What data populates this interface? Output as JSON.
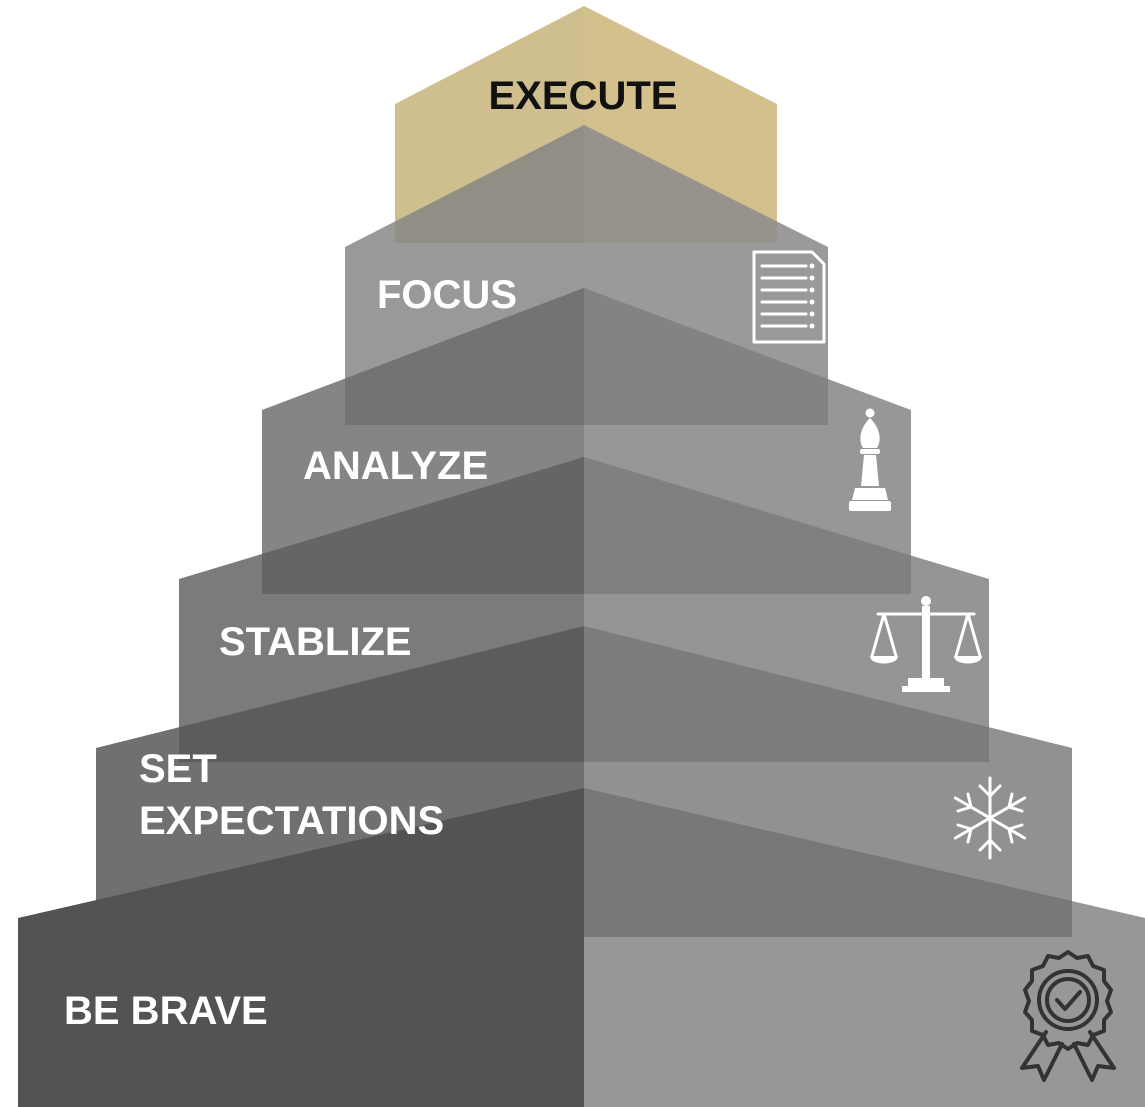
{
  "levels": [
    {
      "label": "EXECUTE",
      "icon": "none"
    },
    {
      "label": "FOCUS",
      "icon": "checklist-icon"
    },
    {
      "label": "ANALYZE",
      "icon": "chess-bishop-icon"
    },
    {
      "label": "STABLIZE",
      "icon": "balance-scale-icon"
    },
    {
      "label_line1": "SET",
      "label_line2": "EXPECTATIONS",
      "icon": "snowflake-icon"
    },
    {
      "label": "BE BRAVE",
      "icon": "award-badge-icon"
    }
  ],
  "colors": {
    "gold": "#d3c08f",
    "light_gray": "#999999",
    "mid_gray": "#707070",
    "dark_gray": "#545454",
    "text_light": "#ffffff",
    "text_dark": "#111111"
  }
}
